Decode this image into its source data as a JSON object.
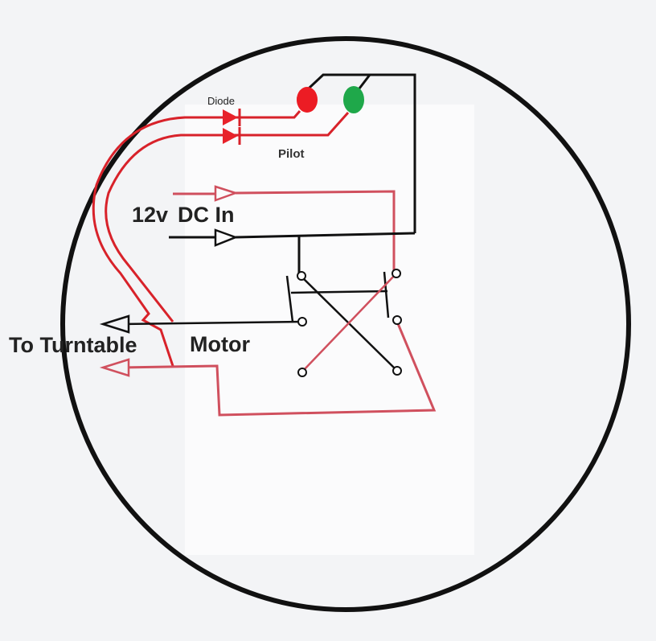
{
  "labels": {
    "diode": "Diode",
    "pilot": "Pilot",
    "dc_in_voltage": "12v",
    "dc_in": "DC In",
    "to_turntable": "To Turntable",
    "motor": "Motor"
  },
  "colors": {
    "red_wire": "#d8222a",
    "pink_wire": "#d0505e",
    "black_wire": "#111111",
    "led_red": "#ec1c24",
    "led_green": "#1fa84a"
  }
}
